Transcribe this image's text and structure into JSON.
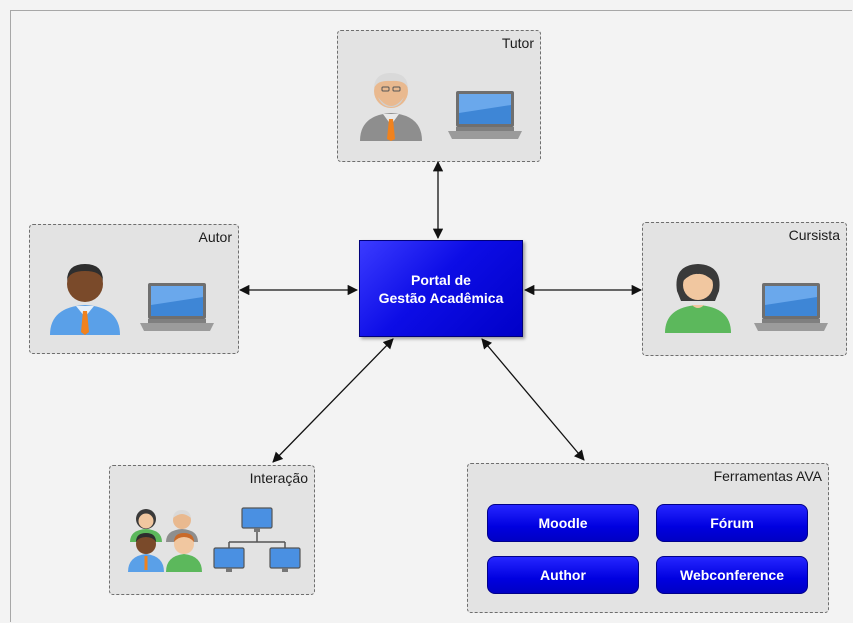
{
  "portal": {
    "line1": "Portal de",
    "line2": "Gestão Acadêmica"
  },
  "boxes": {
    "tutor": "Tutor",
    "autor": "Autor",
    "cursista": "Cursista",
    "interacao": "Interação",
    "ferramentas": "Ferramentas AVA"
  },
  "tools": [
    "Moodle",
    "Fórum",
    "Author",
    "Webconference"
  ],
  "icons": {
    "tutor": [
      "elderly-man-icon",
      "laptop-icon"
    ],
    "autor": [
      "man-icon",
      "laptop-icon"
    ],
    "cursista": [
      "woman-icon",
      "laptop-icon"
    ],
    "interacao": [
      "group-of-people-icon",
      "network-icon"
    ]
  },
  "colors": {
    "portal": "#0000e0",
    "tool_button": "#0000e0",
    "box_background": "#e3e3e3"
  }
}
